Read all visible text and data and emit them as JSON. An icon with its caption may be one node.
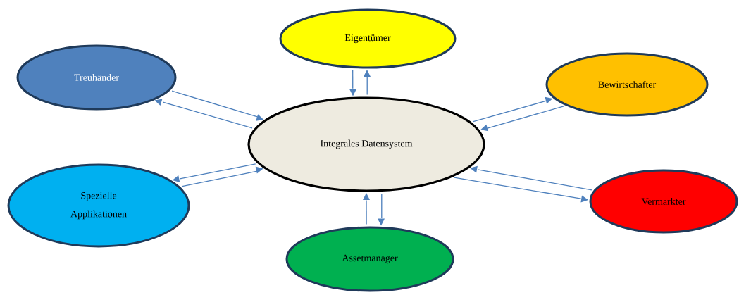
{
  "diagram": {
    "nodes": [
      {
        "text": [
          "Integrales Datensystem"
        ]
      },
      {
        "text": [
          "Eigentümer"
        ]
      },
      {
        "text": [
          "Treuhänder"
        ]
      },
      {
        "text": [
          "Bewirtschafter"
        ]
      },
      {
        "text": [
          "Spezielle Applikationen"
        ]
      },
      {
        "text": [
          "Vermarkter"
        ]
      },
      {
        "text": [
          "Assetmanager"
        ]
      }
    ],
    "edges": [
      {
        "from": 1,
        "to": 0,
        "arrow": "to"
      },
      {
        "from": 0,
        "to": 1,
        "arrow": "to"
      },
      {
        "from": 2,
        "to": 0,
        "arrow": "to"
      },
      {
        "from": 0,
        "to": 2,
        "arrow": "to"
      },
      {
        "from": 0,
        "to": 3,
        "arrow": "to"
      },
      {
        "from": 3,
        "to": 0,
        "arrow": "to"
      },
      {
        "from": 0,
        "to": 4,
        "arrow": "to"
      },
      {
        "from": 4,
        "to": 0,
        "arrow": "to"
      },
      {
        "from": 5,
        "to": 0,
        "arrow": "to"
      },
      {
        "from": 0,
        "to": 5,
        "arrow": "to"
      },
      {
        "from": 6,
        "to": 0,
        "arrow": "to"
      },
      {
        "from": 0,
        "to": 6,
        "arrow": "to"
      }
    ]
  }
}
